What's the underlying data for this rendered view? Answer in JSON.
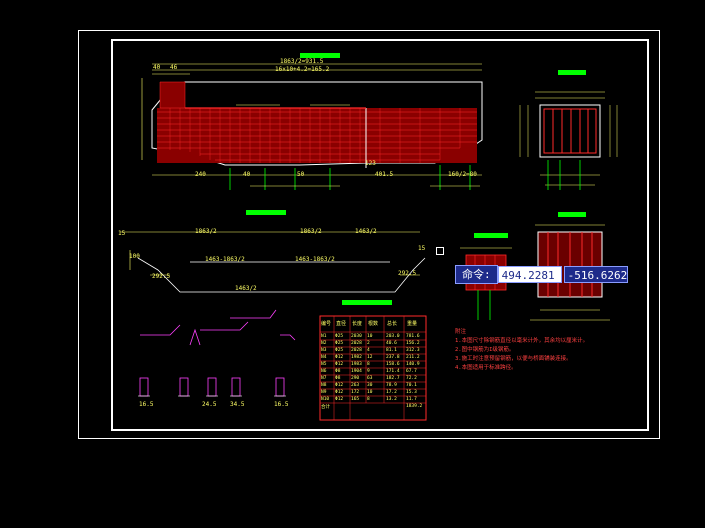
{
  "command_line": {
    "prompt_label": "命令:",
    "x_value": "494.2281",
    "y_value": "-516.6262"
  },
  "labels": {
    "dim_top_1": "1863/2=931.5",
    "dim_top_2": "16x10+4.2=165.2",
    "dim_left": "40",
    "dim_46": "46",
    "dim_b1": "240",
    "dim_b2": "40",
    "dim_b3": "50",
    "dim_b4": "401.5",
    "dim_b5": "160/2=80",
    "dim_b6": "123",
    "bottom_1": "1863/2",
    "bottom_2": "1463-1863/2",
    "bottom_3": "1463-1863/2",
    "bottom_4": "1463/2",
    "bottom_5": "1463/2",
    "bottom_6": "1863/2",
    "left_dim": "15",
    "left_dim2": "100",
    "left_dim3": "292.5",
    "right_dim": "292.5",
    "right_dim2": "15",
    "detail_1": "16.5",
    "detail_2": "24.5",
    "detail_3": "34.5",
    "detail_4": "16.5",
    "table_head_1": "编号",
    "table_head_2": "直径",
    "table_head_3": "长度",
    "table_head_4": "根数",
    "table_head_5": "总长",
    "table_head_6": "重量",
    "notes_title": "附注",
    "note_1": "1.本图尺寸除钢筋直径以毫米计外，其余均以厘米计。",
    "note_2": "2.图中钢筋为I级钢筋。",
    "note_3": "3.施工时注意预留钢筋，以便与桥面铺装连接。",
    "note_4": "4.本图适用于标准跨径。"
  },
  "table_rows": [
    [
      "N1",
      "Φ25",
      "2030",
      "10",
      "203.0",
      "781.6"
    ],
    [
      "N2",
      "Φ25",
      "2028",
      "2",
      "40.6",
      "156.2"
    ],
    [
      "N3",
      "Φ25",
      "2028",
      "4",
      "81.1",
      "312.3"
    ],
    [
      "N4",
      "Φ12",
      "1982",
      "12",
      "237.8",
      "211.2"
    ],
    [
      "N5",
      "Φ12",
      "1983",
      "8",
      "158.6",
      "140.9"
    ],
    [
      "N6",
      "Φ8",
      "1904",
      "9",
      "171.4",
      "67.7"
    ],
    [
      "N7",
      "Φ8",
      "290",
      "63",
      "182.7",
      "72.2"
    ],
    [
      "N8",
      "Φ12",
      "263",
      "30",
      "78.9",
      "70.1"
    ],
    [
      "N9",
      "Φ12",
      "172",
      "10",
      "17.2",
      "15.3"
    ],
    [
      "N10",
      "Φ12",
      "165",
      "8",
      "13.2",
      "11.7"
    ]
  ],
  "table_total": [
    "合计",
    "",
    "",
    "",
    "",
    "1839.2"
  ],
  "colors": {
    "rebar": "#ff2a2a",
    "dimension": "#ffff66",
    "outline": "#ffffff",
    "title": "#00ff00",
    "magenta": "#ff40ff",
    "cyan": "#00ffff",
    "command_bg": "#1d2a8a"
  }
}
